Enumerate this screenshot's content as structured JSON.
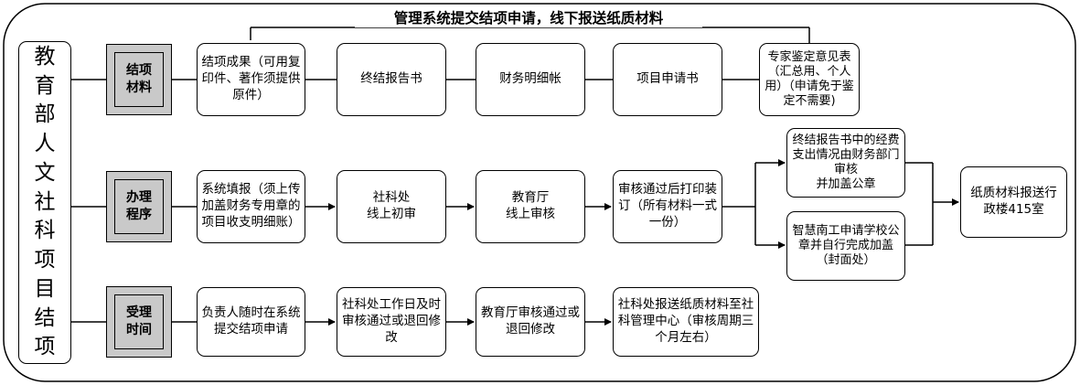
{
  "header": "管理系统提交结项申请，线下报送纸质材料",
  "title_vertical": "教\n育\n部\n人\n文\n社\n科\n项\n目\n结\n项",
  "rows": [
    {
      "category": "结项\n材料",
      "boxes": [
        "结项成果（可用复印件、著作须提供原件）",
        "终结报告书",
        "财务明细帐",
        "项目申请书",
        "专家鉴定意见表（汇总用、个人用）（申请免于鉴定不需要)"
      ]
    },
    {
      "category": "办理\n程序",
      "boxes": [
        "系统填报（须上传加盖财务专用章的项目收支明细账）",
        "社科处\n线上初审",
        "教育厅\n线上审核",
        "审核通过后打印装订（所有材料一式一份）",
        "终结报告书中的经费支出情况由财务部门审核\n并加盖公章",
        "智慧南工申请学校公章并自行完成加盖（封面处）",
        "纸质材料报送行政楼415室"
      ]
    },
    {
      "category": "受理\n时间",
      "boxes": [
        "负责人随时在系统提交结项申请",
        "社科处工作日及时审核通过或退回修改",
        "教育厅审核通过或退回修改",
        "社科处报送纸质材料至社科管理中心（审核周期三个月左右）"
      ]
    }
  ]
}
